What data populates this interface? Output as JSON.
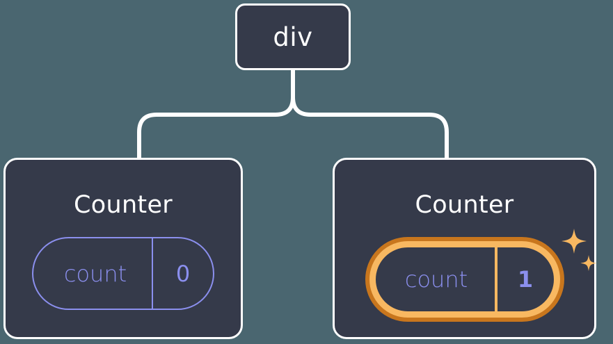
{
  "diagram": {
    "title": "React component tree with highlighted state update",
    "background_color": "#4a6670",
    "node_fill": "#353a4a",
    "node_border": "#ffffff",
    "connector_color": "#ffffff",
    "accent_state_color": "#8b8fee",
    "highlight_color": "#f8b861",
    "highlight_ring_color": "#c8761d"
  },
  "root": {
    "label": "div"
  },
  "children": [
    {
      "label": "Counter",
      "state": {
        "key": "count",
        "value": "0"
      },
      "highlighted": false,
      "sparkles": false
    },
    {
      "label": "Counter",
      "state": {
        "key": "count",
        "value": "1"
      },
      "highlighted": true,
      "sparkles": true,
      "sparkle_icons": [
        "sparkle-large",
        "sparkle-small"
      ]
    }
  ]
}
